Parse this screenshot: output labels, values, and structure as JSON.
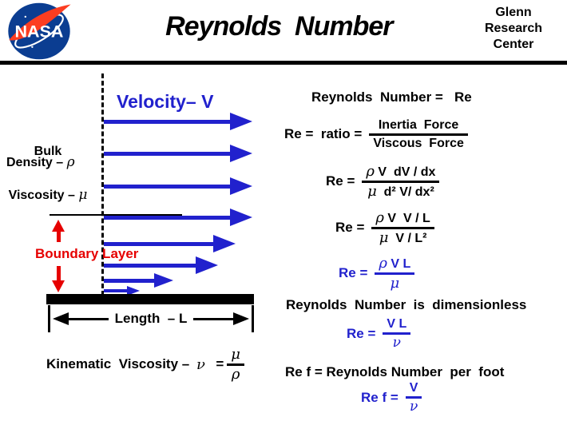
{
  "header": {
    "title": "Reynolds  Number",
    "logo_text": "NASA",
    "org_lines": [
      "Glenn",
      "Research",
      "Center"
    ]
  },
  "colors": {
    "accent_blue": "#2121cd",
    "accent_red": "#e60000",
    "nasa_blue": "#0b3d91",
    "nasa_red": "#fc3d21"
  },
  "diagram": {
    "velocity_label": "Velocity– V",
    "bulk_line1": "Bulk",
    "bulk_line2": "Viscosity – ",
    "bulk_symbol": "μ",
    "density_label": "Density – ",
    "density_symbol": "ρ",
    "boundary_label": "Boundary Layer",
    "length_label": "Length  – L",
    "kinematic_label": "Kinematic  Viscosity – ",
    "kinematic_symbol": "ν",
    "kinematic_equals": "  =",
    "kinematic_num": "μ",
    "kinematic_den": "ρ"
  },
  "equations": {
    "r1": "Reynolds  Number =   Re",
    "r2_lhs": "Re =  ratio =",
    "r2_num": "Inertia  Force",
    "r2_den": "Viscous  Force",
    "r3_lhs": "Re =",
    "r3_num": [
      "ρ",
      " V  dV / dx"
    ],
    "r3_den": [
      "μ",
      "  d² V/ dx²"
    ],
    "r4_lhs": "Re =",
    "r4_num": [
      "ρ",
      " V  V / L"
    ],
    "r4_den": [
      "μ",
      "  V / L²"
    ],
    "r5_lhs": "Re =",
    "r5_num": [
      "ρ",
      " V L"
    ],
    "r5_den": "μ",
    "r6": "Reynolds  Number  is  dimensionless",
    "r7_lhs": "Re =",
    "r7_num": "V L",
    "r7_den": "ν",
    "r8": "Re f = Reynolds Number  per  foot",
    "r9_lhs": "Re f =",
    "r9_num": "V",
    "r9_den": "ν"
  }
}
